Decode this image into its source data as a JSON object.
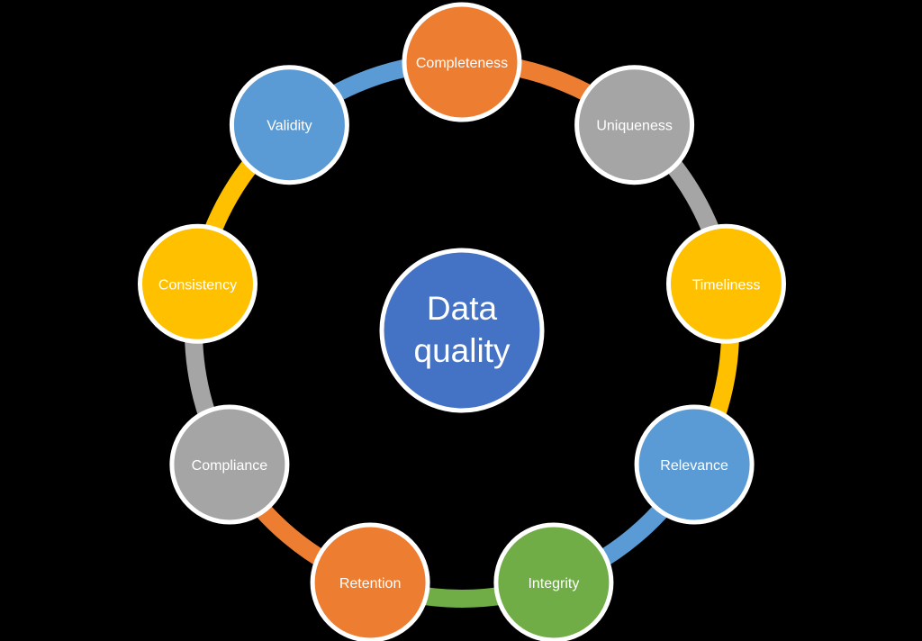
{
  "background_color": "#000000",
  "diagram": {
    "type": "cycle",
    "title": "Data quality",
    "center": {
      "label": "Data quality",
      "line1": "Data",
      "line2": "quality",
      "color": "#4472C4",
      "text_color": "#FFFFFF"
    },
    "nodes": [
      {
        "label": "Completeness",
        "color": "#ED7D31"
      },
      {
        "label": "Uniqueness",
        "color": "#A5A5A5"
      },
      {
        "label": "Timeliness",
        "color": "#FFC000"
      },
      {
        "label": "Relevance",
        "color": "#5B9BD5"
      },
      {
        "label": "Integrity",
        "color": "#70AD47"
      },
      {
        "label": "Retention",
        "color": "#ED7D31"
      },
      {
        "label": "Compliance",
        "color": "#A5A5A5"
      },
      {
        "label": "Consistency",
        "color": "#FFC000"
      },
      {
        "label": "Validity",
        "color": "#5B9BD5"
      }
    ],
    "ring": {
      "segment_color_rule": "each segment takes the color of its clockwise-source node"
    }
  }
}
